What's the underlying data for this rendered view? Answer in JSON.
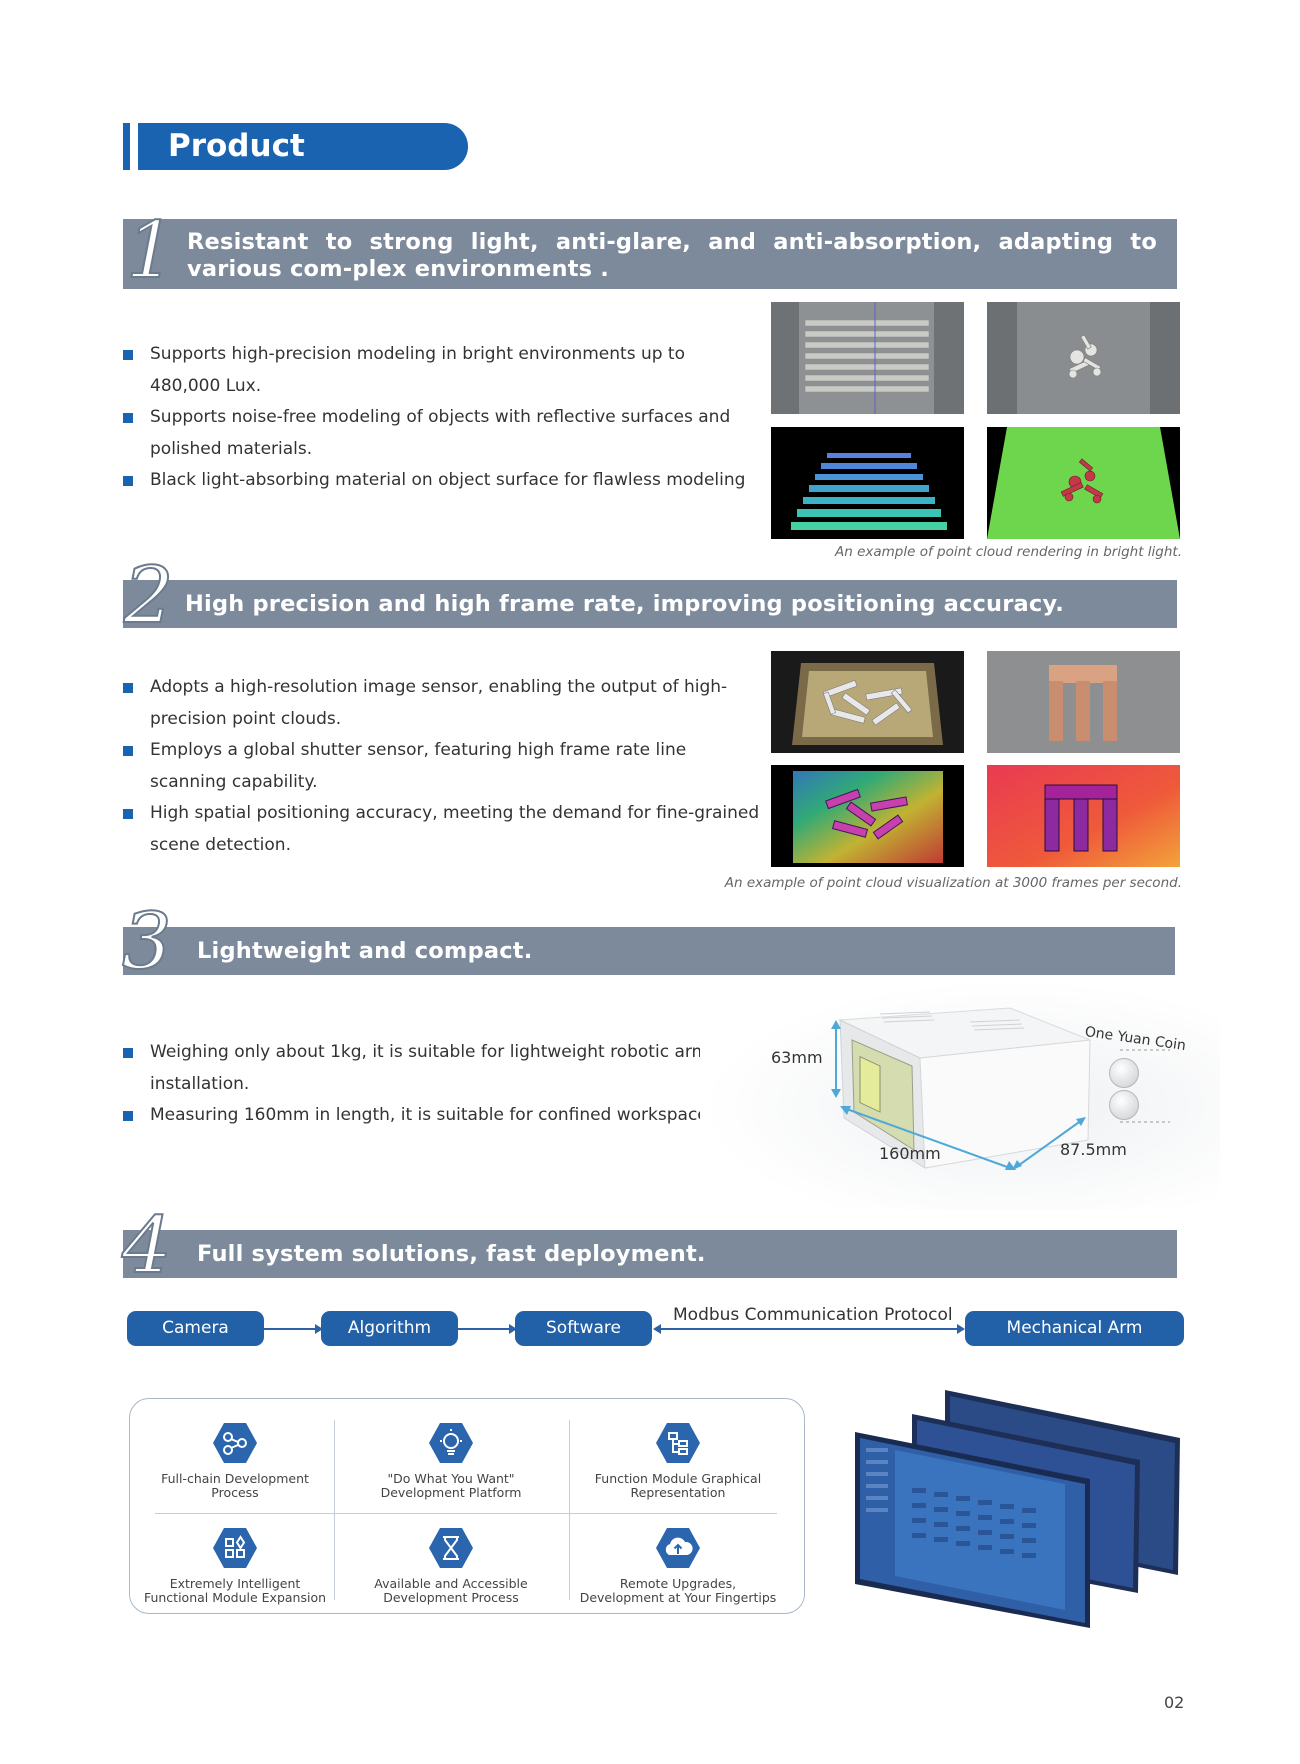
{
  "page_title": "Product Features",
  "sections": [
    {
      "number": "1",
      "title": "Resistant to strong light, anti-glare, and anti-absorption, adapting to various com-plex environments .",
      "bullets": [
        "Supports high-precision modeling in bright environments up to 480,000 Lux.",
        "Supports noise-free modeling of objects with reflective surfaces and polished materials.",
        "Black light-absorbing material on object surface for flawless modeling"
      ],
      "caption": "An example of point cloud rendering in bright light."
    },
    {
      "number": "2",
      "title": "High precision and high frame rate, improving positioning accuracy.",
      "bullets": [
        "Adopts a high-resolution image sensor, enabling the output of high-precision point clouds.",
        "Employs a global shutter sensor, featuring high frame rate line scanning capability.",
        "High spatial positioning accuracy, meeting the demand for fine-grained scene detection."
      ],
      "caption": "An example of point cloud visualization at 3000 frames per second."
    },
    {
      "number": "3",
      "title": "Lightweight and compact.",
      "bullets": [
        "Weighing only about 1kg, it is suitable for lightweight robotic arm installation.",
        "Measuring 160mm in length, it is suitable for confined workspaces."
      ],
      "dimensions": {
        "height": "63mm",
        "length": "160mm",
        "depth": "87.5mm",
        "coin_label": "One Yuan Coin"
      }
    },
    {
      "number": "4",
      "title": "Full system solutions, fast deployment.",
      "pipeline": [
        "Camera",
        "Algorithm",
        "Software",
        "Mechanical Arm"
      ],
      "protocol": "Modbus Communication Protocol",
      "features": [
        {
          "line1": "Full-chain Development",
          "line2": "Process",
          "icon": "share-nodes-icon"
        },
        {
          "line1": "\"Do What You Want\"",
          "line2": "Development Platform",
          "icon": "lightbulb-icon"
        },
        {
          "line1": "Function Module Graphical",
          "line2": "Representation",
          "icon": "flowchart-icon"
        },
        {
          "line1": "Extremely Intelligent",
          "line2": "Functional Module Expansion",
          "icon": "modules-icon"
        },
        {
          "line1": "Available and Accessible",
          "line2": "Development Process",
          "icon": "hourglass-icon"
        },
        {
          "line1": "Remote Upgrades,",
          "line2": "Development at Your Fingertips",
          "icon": "cloud-upload-icon"
        }
      ]
    }
  ],
  "page_number": "02",
  "colors": {
    "brand_blue": "#1a63b1",
    "header_gray": "#7d8a9b",
    "icon_blue": "#2a65ad"
  }
}
